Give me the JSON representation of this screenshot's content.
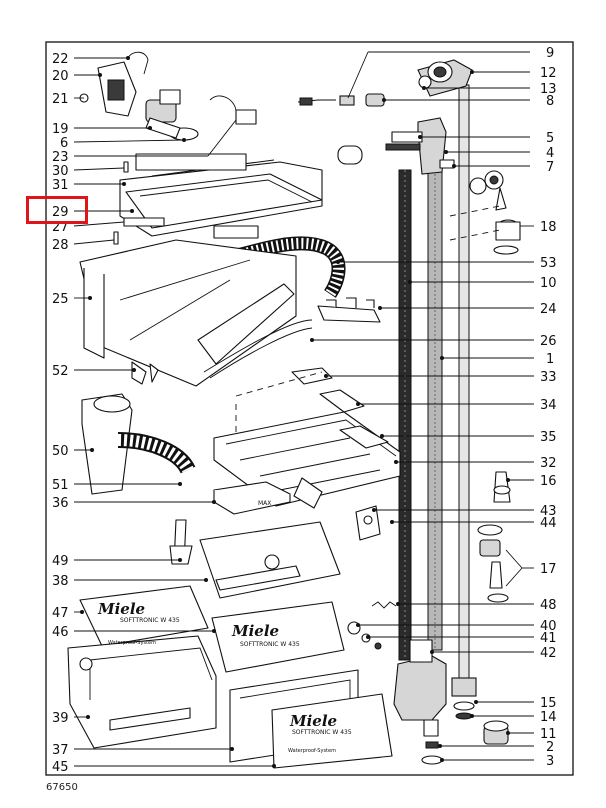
{
  "figure_number": "67650",
  "highlighted_label": "29",
  "highlight_color": "#e0151b",
  "labels": {
    "left": [
      "22",
      "20",
      "21",
      "19",
      "6",
      "23",
      "30",
      "31",
      "29",
      "27",
      "28",
      "25",
      "52",
      "50",
      "51",
      "36",
      "49",
      "38",
      "47",
      "46",
      "39",
      "37",
      "45"
    ],
    "right": [
      "9",
      "12",
      "13",
      "8",
      "5",
      "4",
      "7",
      "18",
      "10",
      "53",
      "24",
      "26",
      "1",
      "33",
      "34",
      "35",
      "32",
      "16",
      "43",
      "44",
      "17",
      "48",
      "40",
      "41",
      "42",
      "15",
      "14",
      "11",
      "2",
      "3"
    ]
  },
  "parts": {
    "softener_logo": "Miele",
    "softener_model": "SOFTTRONIC W 435",
    "waterproof_text": "Waterproof-System",
    "max_text": "MAX"
  }
}
